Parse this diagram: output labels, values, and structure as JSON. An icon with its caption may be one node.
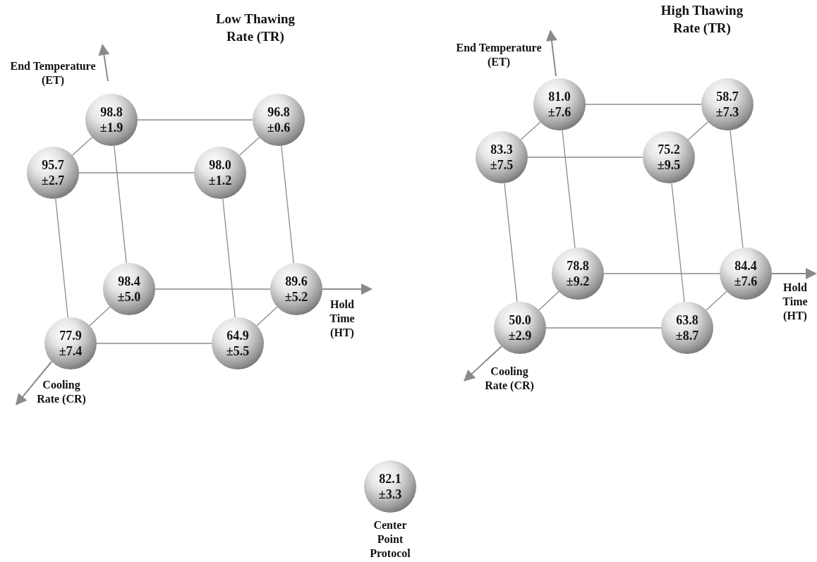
{
  "diagram": {
    "nodes": [
      {
        "text": [
          "98.8",
          "±1.9"
        ]
      },
      {
        "text": [
          "96.8",
          "±0.6"
        ]
      },
      {
        "text": [
          "95.7",
          "±2.7"
        ]
      },
      {
        "text": [
          "98.0",
          "±1.2"
        ]
      },
      {
        "text": [
          "98.4",
          "±5.0"
        ]
      },
      {
        "text": [
          "89.6",
          "±5.2"
        ]
      },
      {
        "text": [
          "77.9",
          "±7.4"
        ]
      },
      {
        "text": [
          "64.9",
          "±5.5"
        ]
      },
      {
        "text": [
          "81.0",
          "±7.6"
        ]
      },
      {
        "text": [
          "58.7",
          "±7.3"
        ]
      },
      {
        "text": [
          "83.3",
          "±7.5"
        ]
      },
      {
        "text": [
          "75.2",
          "±9.5"
        ]
      },
      {
        "text": [
          "78.8",
          "±9.2"
        ]
      },
      {
        "text": [
          "84.4",
          "±7.6"
        ]
      },
      {
        "text": [
          "50.0",
          "±2.9"
        ]
      },
      {
        "text": [
          "63.8",
          "±8.7"
        ]
      },
      {
        "text": [
          "82.1",
          "±3.3"
        ],
        "beside": [
          "Center Point Protocol"
        ]
      }
    ],
    "edges": [
      {
        "from": 0,
        "to": 1,
        "arrow": "none"
      },
      {
        "from": 0,
        "to": 2,
        "arrow": "none"
      },
      {
        "from": 1,
        "to": 3,
        "arrow": "none"
      },
      {
        "from": 2,
        "to": 3,
        "arrow": "none"
      },
      {
        "from": 0,
        "to": 4,
        "arrow": "none"
      },
      {
        "from": 1,
        "to": 5,
        "arrow": "none"
      },
      {
        "from": 2,
        "to": 6,
        "arrow": "none"
      },
      {
        "from": 3,
        "to": 7,
        "arrow": "none"
      },
      {
        "from": 4,
        "to": 5,
        "arrow": "none"
      },
      {
        "from": 4,
        "to": 6,
        "arrow": "none"
      },
      {
        "from": 5,
        "to": 7,
        "arrow": "none"
      },
      {
        "from": 6,
        "to": 7,
        "arrow": "none"
      },
      {
        "from": 8,
        "to": 9,
        "arrow": "none"
      },
      {
        "from": 8,
        "to": 10,
        "arrow": "none"
      },
      {
        "from": 9,
        "to": 11,
        "arrow": "none"
      },
      {
        "from": 10,
        "to": 11,
        "arrow": "none"
      },
      {
        "from": 8,
        "to": 12,
        "arrow": "none"
      },
      {
        "from": 9,
        "to": 13,
        "arrow": "none"
      },
      {
        "from": 10,
        "to": 14,
        "arrow": "none"
      },
      {
        "from": 11,
        "to": 15,
        "arrow": "none"
      },
      {
        "from": 12,
        "to": 13,
        "arrow": "none"
      },
      {
        "from": 12,
        "to": 14,
        "arrow": "none"
      },
      {
        "from": 13,
        "to": 15,
        "arrow": "none"
      },
      {
        "from": 14,
        "to": 15,
        "arrow": "none"
      }
    ],
    "labels": [
      "Low Thawing Rate (TR)",
      "End Temperature (ET)",
      "Hold Time (HT)",
      "Cooling Rate (CR)",
      "High Thawing Rate (TR)",
      "End Temperature (ET)",
      "Hold Time (HT)",
      "Cooling Rate (CR)"
    ]
  }
}
